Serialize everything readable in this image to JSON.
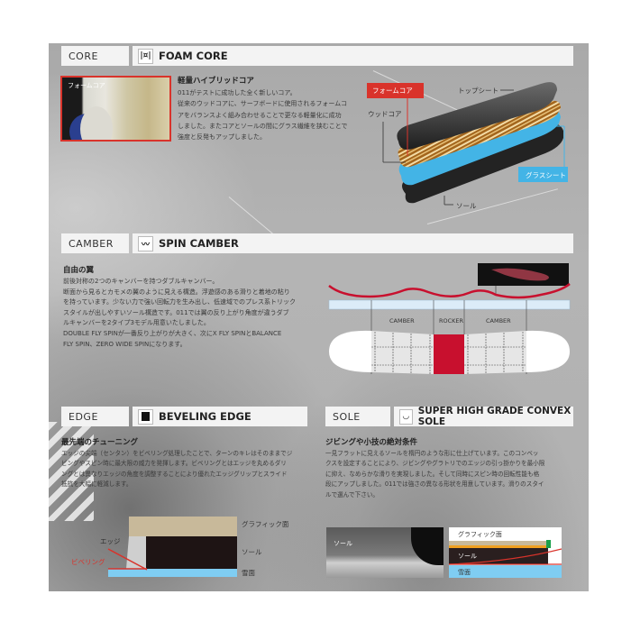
{
  "sections": {
    "core": {
      "category": "CORE",
      "icon": "foam-core-icon",
      "title": "FOAM CORE",
      "photo_label": "フォームコア",
      "heading": "軽量ハイブリッドコア",
      "body": [
        "011がテストに成功した全く新しいコア。",
        "従来のウッドコアに、サーフボードに使用されるフォームコ",
        "アをバランスよく組み合わせることで更なる軽量化に成功",
        "しました。またコアとソールの間にグラス繊維を挟むことで",
        "強度と反発もアップしました。"
      ],
      "diagram": {
        "foam_core_label": "フォームコア",
        "top_sheet_label": "トップシート",
        "wood_core_label": "ウッドコア",
        "glass_sheet_label": "グラスシート",
        "sole_label": "ソール"
      }
    },
    "camber": {
      "category": "CAMBER",
      "icon": "spin-camber-icon",
      "title": "SPIN CAMBER",
      "heading": "自由の翼",
      "body": [
        "前後対称の2つのキャンバーを持つダブルキャンバー。",
        "断面から見るとカモメの翼のように見える構造。浮遊感のある滑りと着地の粘り",
        "を持っています。少ない力で強い回転力を生み出し、低速域でのプレス系トリック",
        "スタイルが出しやすいソール構造です。011では翼の反り上がり角度が違うダブ",
        "ルキャンバーを2タイプ3モデル用意いたしました。",
        "DOUBLE FLY SPINが一番反り上がりが大きく、次にX FLY SPINとBALANCE",
        "FLY SPIN、ZERO WIDE SPINになります。"
      ],
      "diagram": {
        "zones": [
          "CAMBER",
          "ROCKER",
          "CAMBER"
        ],
        "rocker_color": "#c8102e"
      }
    },
    "edge": {
      "category": "EDGE",
      "icon": "beveling-edge-icon",
      "title": "BEVELING EDGE",
      "heading": "最先端のチューニング",
      "body": [
        "エッジの尖端（センタン）をビベリング処理したことで、ターンのキレはそのままでジ",
        "ビングやスピン時に最大限の威力を発揮します。ビベリングとはエッジを丸めるダリ",
        "ングとは異なりエッジの角度を調整することにより優れたエッジグリップとスライド",
        "抵抗を大幅に軽減します。"
      ],
      "diagram": {
        "graphic_label": "グラフィック面",
        "edge_label": "エッジ",
        "sole_label": "ソール",
        "beveling_label": "ビベリング",
        "snow_label": "雪面"
      }
    },
    "sole": {
      "category": "SOLE",
      "icon": "convex-sole-icon",
      "title": "SUPER HIGH GRADE CONVEX SOLE",
      "heading": "ジビングや小技の絶対条件",
      "body": [
        "一見フラットに見えるソールを楕円のような形に仕上げています。このコンベッ",
        "クスを設定することにより、ジビングやグラトリでのエッジの引っ掛かりを最小限",
        "に抑え、なめらかな滑りを実現しました。そして同時にスピン時の回転性能も格",
        "段にアップしました。011では強さの異なる形状を用意しています。滑りのスタイ",
        "ルで選んで下さい。"
      ],
      "diagram": {
        "photo_label": "ソール",
        "graphic_label": "グラフィック面",
        "sole_label": "ソール",
        "snow_label": "雪面"
      }
    }
  },
  "colors": {
    "accent_red": "#d9332b",
    "glass_blue": "#35a8df",
    "snow_blue": "#7fcdf2",
    "panel_gray": "#b0b0b0"
  }
}
